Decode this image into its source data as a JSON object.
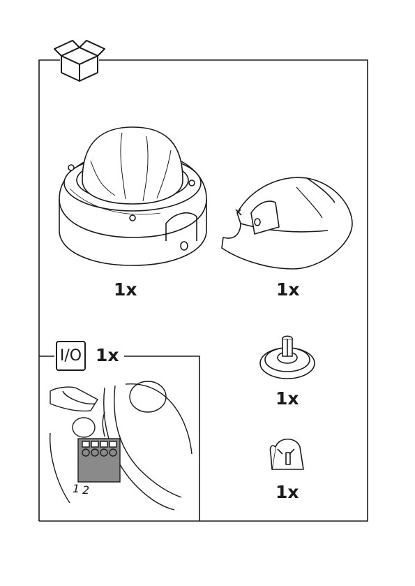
{
  "icons": {
    "package": "package-box-icon",
    "io": "io-connector-icon"
  },
  "items": {
    "dome_camera_qty": "1x",
    "weathershield_qty": "1x",
    "io_connector_qty": "1x",
    "io_label": "I/O",
    "grommet_plug_qty": "1x",
    "cable_clip_qty": "1x"
  },
  "inset": {
    "pin_labels": [
      "1",
      "2"
    ]
  },
  "colors": {
    "line": "#1a1a1a",
    "connector_fill": "#8a8a8a"
  }
}
